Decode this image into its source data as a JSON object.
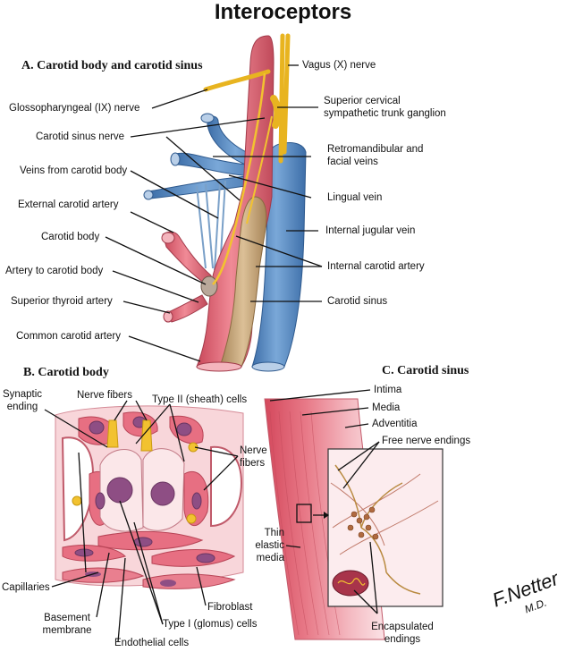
{
  "title": "Interoceptors",
  "sections": {
    "a": "A. Carotid body and carotid sinus",
    "b": "B. Carotid body",
    "c": "C. Carotid sinus"
  },
  "labels_a": {
    "vagus": "Vagus (X) nerve",
    "glosso": "Glossopharyngeal  (IX) nerve",
    "sup_cervical_1": "Superior cervical",
    "sup_cervical_2": "sympathetic trunk ganglion",
    "carotid_sinus_nerve": "Carotid sinus nerve",
    "retromandibular_1": "Retromandibular and",
    "retromandibular_2": "facial veins",
    "veins_carotid_body": "Veins from carotid body",
    "lingual_vein": "Lingual vein",
    "external_carotid": "External carotid artery",
    "internal_jugular": "Internal jugular vein",
    "carotid_body": "Carotid body",
    "internal_carotid": "Internal carotid artery",
    "artery_carotid_body": "Artery to carotid body",
    "carotid_sinus": "Carotid sinus",
    "superior_thyroid": "Superior thyroid artery",
    "common_carotid": "Common carotid artery"
  },
  "labels_b": {
    "synaptic_1": "Synaptic",
    "synaptic_2": "ending",
    "nerve_fibers_top": "Nerve fibers",
    "type2": "Type II (sheath) cells",
    "nerve_fibers_r1": "Nerve",
    "nerve_fibers_r2": "fibers",
    "capillaries": "Capillaries",
    "fibroblast": "Fibroblast",
    "basement_1": "Basement",
    "basement_2": "membrane",
    "type1": "Type I (glomus) cells",
    "endothelial": "Endothelial cells"
  },
  "labels_c": {
    "intima": "Intima",
    "media": "Media",
    "adventitia": "Adventitia",
    "free_nerve": "Free nerve endings",
    "thin_1": "Thin",
    "thin_2": "elastic",
    "thin_3": "media",
    "encaps_1": "Encapsulated",
    "encaps_2": "endings"
  },
  "signature": "F. Netter M.D.",
  "colors": {
    "artery": "#e06a78",
    "artery_dark": "#c04a5a",
    "vein": "#5b8fc7",
    "vein_dark": "#3d6ea8",
    "nerve": "#f2c230",
    "sinus": "#c9a57a",
    "tissue": "#f6c9cf",
    "nucleus": "#9a5a8a"
  }
}
